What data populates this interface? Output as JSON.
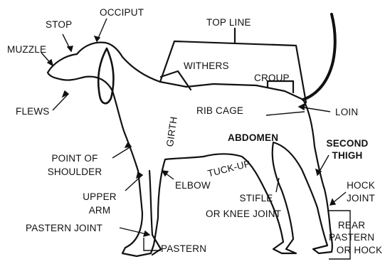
{
  "labels": {
    "stop": "STOP",
    "occiput": "OCCIPUT",
    "top_line": "TOP LINE",
    "muzzle": "MUZZLE",
    "withers": "WITHERS",
    "croup": "CROUP",
    "flews": "FLEWS",
    "rib_cage": "RIB CAGE",
    "loin": "LOIN",
    "girth": "GIRTH",
    "abdomen": "ABDOMEN",
    "second_thigh_1": "SECOND",
    "second_thigh_2": "THIGH",
    "point_of_shoulder_1": "POINT OF",
    "point_of_shoulder_2": "SHOULDER",
    "tuck_up": "TUCK-UP",
    "upper_arm_1": "UPPER",
    "upper_arm_2": "ARM",
    "elbow": "ELBOW",
    "stifle_1": "STIFLE",
    "stifle_2": "OR KNEE JOINT",
    "hock_joint_1": "HOCK",
    "hock_joint_2": "JOINT",
    "pastern_joint": "PASTERN JOINT",
    "pastern": "PASTERN",
    "rear_pastern_1": "REAR",
    "rear_pastern_2": "PASTERN",
    "rear_pastern_3": "OR HOCK"
  },
  "colors": {
    "ink": "#111111",
    "paper": "#ffffff"
  }
}
